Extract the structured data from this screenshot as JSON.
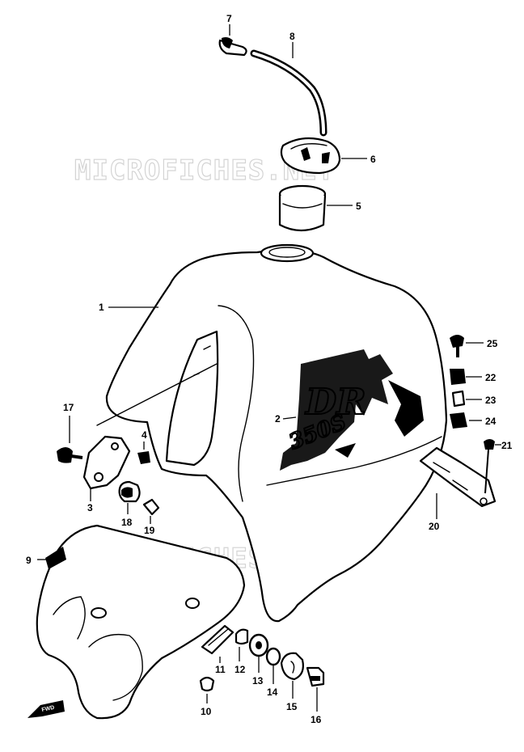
{
  "watermarks": [
    "MICROFICHES.NET",
    "MICROFICHES.NET"
  ],
  "decal": {
    "line1": "DR",
    "line2": "350S"
  },
  "fwd_label": "FWD",
  "callouts": [
    "1",
    "2",
    "3",
    "4",
    "5",
    "6",
    "7",
    "8",
    "9",
    "10",
    "11",
    "12",
    "13",
    "14",
    "15",
    "16",
    "17",
    "18",
    "19",
    "20",
    "21",
    "22",
    "23",
    "24",
    "25"
  ]
}
